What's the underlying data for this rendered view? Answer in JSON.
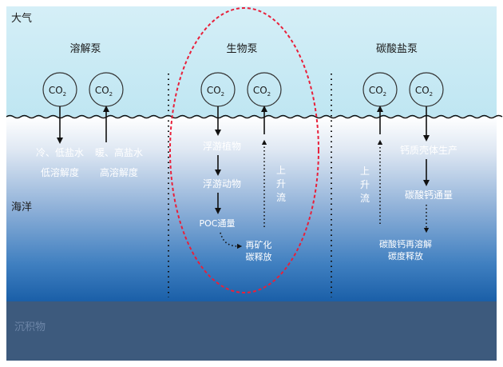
{
  "zones": {
    "atmosphere": "大气",
    "ocean": "海洋",
    "sediment": "沉积物"
  },
  "pumps": {
    "solubility": {
      "title": "溶解泵",
      "co2_left": "CO",
      "co2_right": "CO",
      "sub": "2",
      "down_line1": "冷、低盐水",
      "down_line2": "低溶解度",
      "up_line1": "暖、高盐水",
      "up_line2": "高溶解度"
    },
    "biological": {
      "title": "生物泵",
      "co2_left": "CO",
      "co2_right": "CO",
      "sub": "2",
      "phyto": "浮游植物",
      "zoo": "浮游动物",
      "poc": "POC通量",
      "remin_line1": "再矿化",
      "remin_line2": "碳释放",
      "upwelling": [
        "上",
        "升",
        "流"
      ]
    },
    "carbonate": {
      "title": "碳酸盐泵",
      "co2_left": "CO",
      "co2_right": "CO",
      "sub": "2",
      "upwelling": [
        "上",
        "升",
        "流"
      ],
      "shell": "钙质壳体生产",
      "flux": "碳酸钙通量",
      "dissolve_line1": "碳酸钙再溶解",
      "dissolve_line2": "碳度释放"
    }
  },
  "colors": {
    "oval": "#e8203a",
    "atmosphere_top": "#c9eaf4",
    "ocean_bottom": "#1a5fa8",
    "sediment": "#3d5a7d"
  }
}
